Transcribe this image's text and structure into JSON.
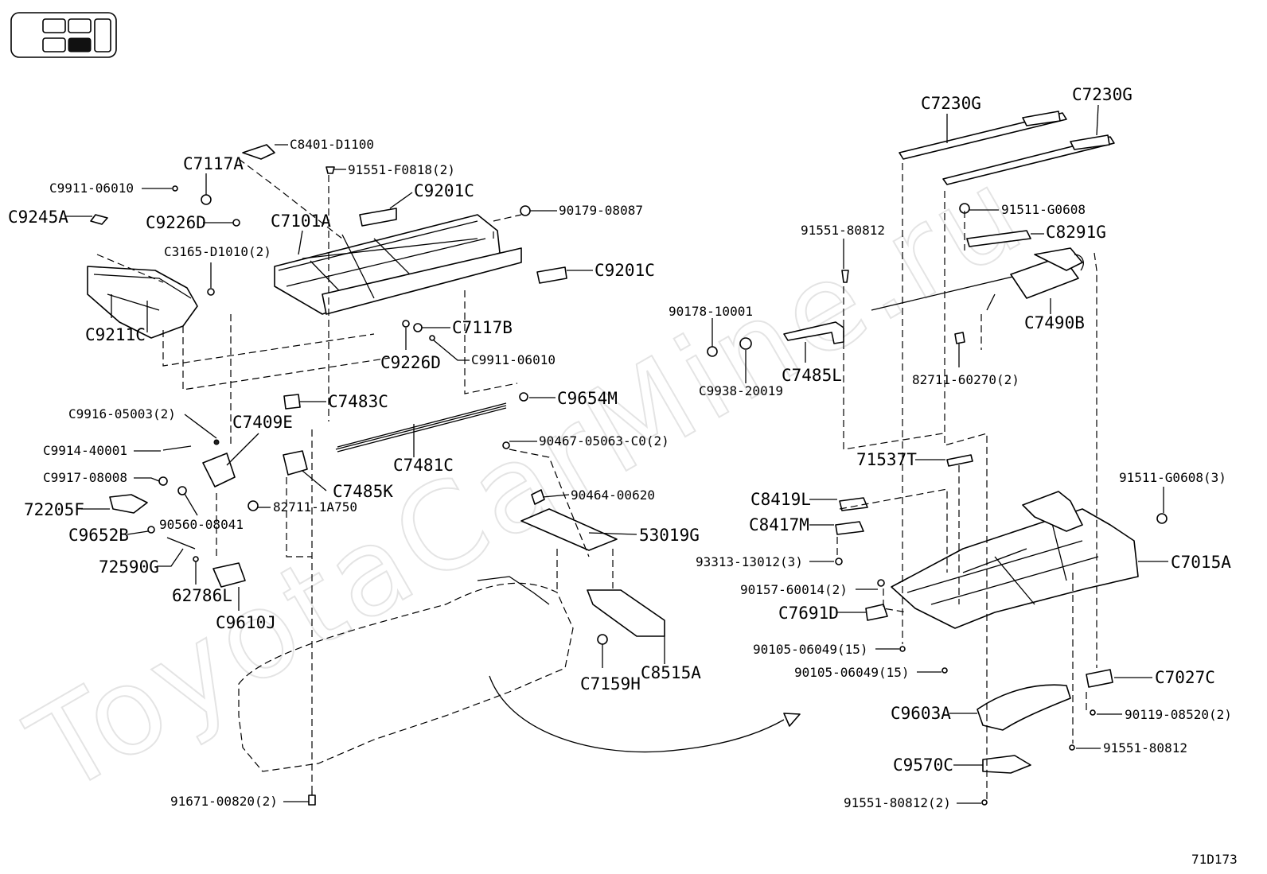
{
  "watermark": "ToyotaCarMine.ru",
  "diagram_code": "71D173",
  "callouts": [
    {
      "id": "c8401",
      "text": "C8401-D1100"
    },
    {
      "id": "c7117a",
      "text": "C7117A"
    },
    {
      "id": "c9911a",
      "text": "C9911-06010"
    },
    {
      "id": "p91551f",
      "text": "91551-F0818(2)"
    },
    {
      "id": "c9201c1",
      "text": "C9201C"
    },
    {
      "id": "c9245a",
      "text": "C9245A"
    },
    {
      "id": "c9226d1",
      "text": "C9226D"
    },
    {
      "id": "c7101a",
      "text": "C7101A"
    },
    {
      "id": "p90179",
      "text": "90179-08087"
    },
    {
      "id": "c3165",
      "text": "C3165-D1010(2)"
    },
    {
      "id": "c9201c2",
      "text": "C9201C"
    },
    {
      "id": "c9211c",
      "text": "C9211C"
    },
    {
      "id": "c7117b",
      "text": "C7117B"
    },
    {
      "id": "c9226d2",
      "text": "C9226D"
    },
    {
      "id": "c9911b",
      "text": "C9911-06010"
    },
    {
      "id": "c7483c",
      "text": "C7483C"
    },
    {
      "id": "c9654m",
      "text": "C9654M"
    },
    {
      "id": "c9916",
      "text": "C9916-05003(2)"
    },
    {
      "id": "c7409e",
      "text": "C7409E"
    },
    {
      "id": "p90467",
      "text": "90467-05063-C0(2)"
    },
    {
      "id": "c9914",
      "text": "C9914-40001"
    },
    {
      "id": "c7481c",
      "text": "C7481C"
    },
    {
      "id": "c9917",
      "text": "C9917-08008"
    },
    {
      "id": "c7485k",
      "text": "C7485K"
    },
    {
      "id": "p90464",
      "text": "90464-00620"
    },
    {
      "id": "p72205f",
      "text": "72205F"
    },
    {
      "id": "p82711a",
      "text": "82711-1A750"
    },
    {
      "id": "p90560",
      "text": "90560-08041"
    },
    {
      "id": "c9652b",
      "text": "C9652B"
    },
    {
      "id": "p53019g",
      "text": "53019G"
    },
    {
      "id": "p72590g",
      "text": "72590G"
    },
    {
      "id": "p62786l",
      "text": "62786L"
    },
    {
      "id": "c9610j",
      "text": "C9610J"
    },
    {
      "id": "c7159h",
      "text": "C7159H"
    },
    {
      "id": "c8515a",
      "text": "C8515A"
    },
    {
      "id": "p91671",
      "text": "91671-00820(2)"
    },
    {
      "id": "c7230g1",
      "text": "C7230G"
    },
    {
      "id": "c7230g2",
      "text": "C7230G"
    },
    {
      "id": "p91511a",
      "text": "91511-G0608"
    },
    {
      "id": "p91551b",
      "text": "91551-80812"
    },
    {
      "id": "c8291g",
      "text": "C8291G"
    },
    {
      "id": "p90178",
      "text": "90178-10001"
    },
    {
      "id": "c7490b",
      "text": "C7490B"
    },
    {
      "id": "c9938",
      "text": "C9938-20019"
    },
    {
      "id": "c7485l",
      "text": "C7485L"
    },
    {
      "id": "p82711b",
      "text": "82711-60270(2)"
    },
    {
      "id": "p71537t",
      "text": "71537T"
    },
    {
      "id": "p91511b",
      "text": "91511-G0608(3)"
    },
    {
      "id": "c8419l",
      "text": "C8419L"
    },
    {
      "id": "c8417m",
      "text": "C8417M"
    },
    {
      "id": "c7015a",
      "text": "C7015A"
    },
    {
      "id": "p93313",
      "text": "93313-13012(3)"
    },
    {
      "id": "p90157",
      "text": "90157-60014(2)"
    },
    {
      "id": "c7691d",
      "text": "C7691D"
    },
    {
      "id": "p90105a",
      "text": "90105-06049(15)"
    },
    {
      "id": "p90105b",
      "text": "90105-06049(15)"
    },
    {
      "id": "c7027c",
      "text": "C7027C"
    },
    {
      "id": "c9603a",
      "text": "C9603A"
    },
    {
      "id": "p90119",
      "text": "90119-08520(2)"
    },
    {
      "id": "p91551c",
      "text": "91551-80812"
    },
    {
      "id": "c9570c",
      "text": "C9570C"
    },
    {
      "id": "p91551d",
      "text": "91551-80812(2)"
    }
  ]
}
